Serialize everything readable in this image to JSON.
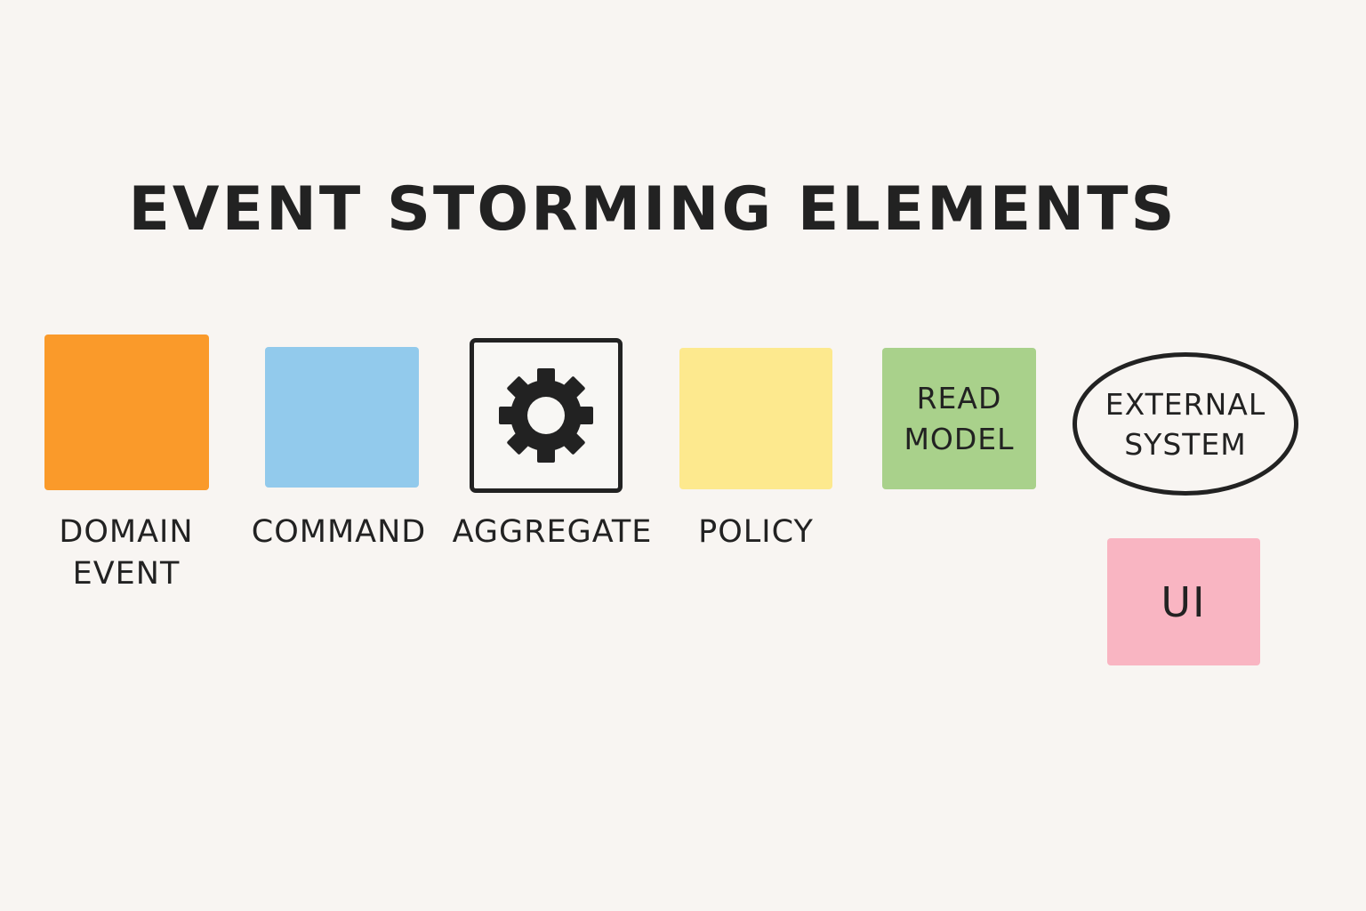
{
  "title": "EVENT STORMING ELEMENTS",
  "elements": {
    "domain_event": {
      "label": "DOMAIN\nEVENT",
      "color": "#fa9a2a"
    },
    "command": {
      "label": "COMMAND",
      "color": "#92caec"
    },
    "aggregate": {
      "label": "AGGREGATE",
      "icon": "gear-icon",
      "color": "#f8f7f4"
    },
    "policy": {
      "label": "POLICY",
      "color": "#fde98e"
    },
    "read_model": {
      "text": "READ\nMODEL",
      "color": "#a9d18b"
    },
    "external_system": {
      "text": "EXTERNAL\nSYSTEM"
    },
    "ui": {
      "text": "UI",
      "color": "#f9b5c2"
    }
  }
}
